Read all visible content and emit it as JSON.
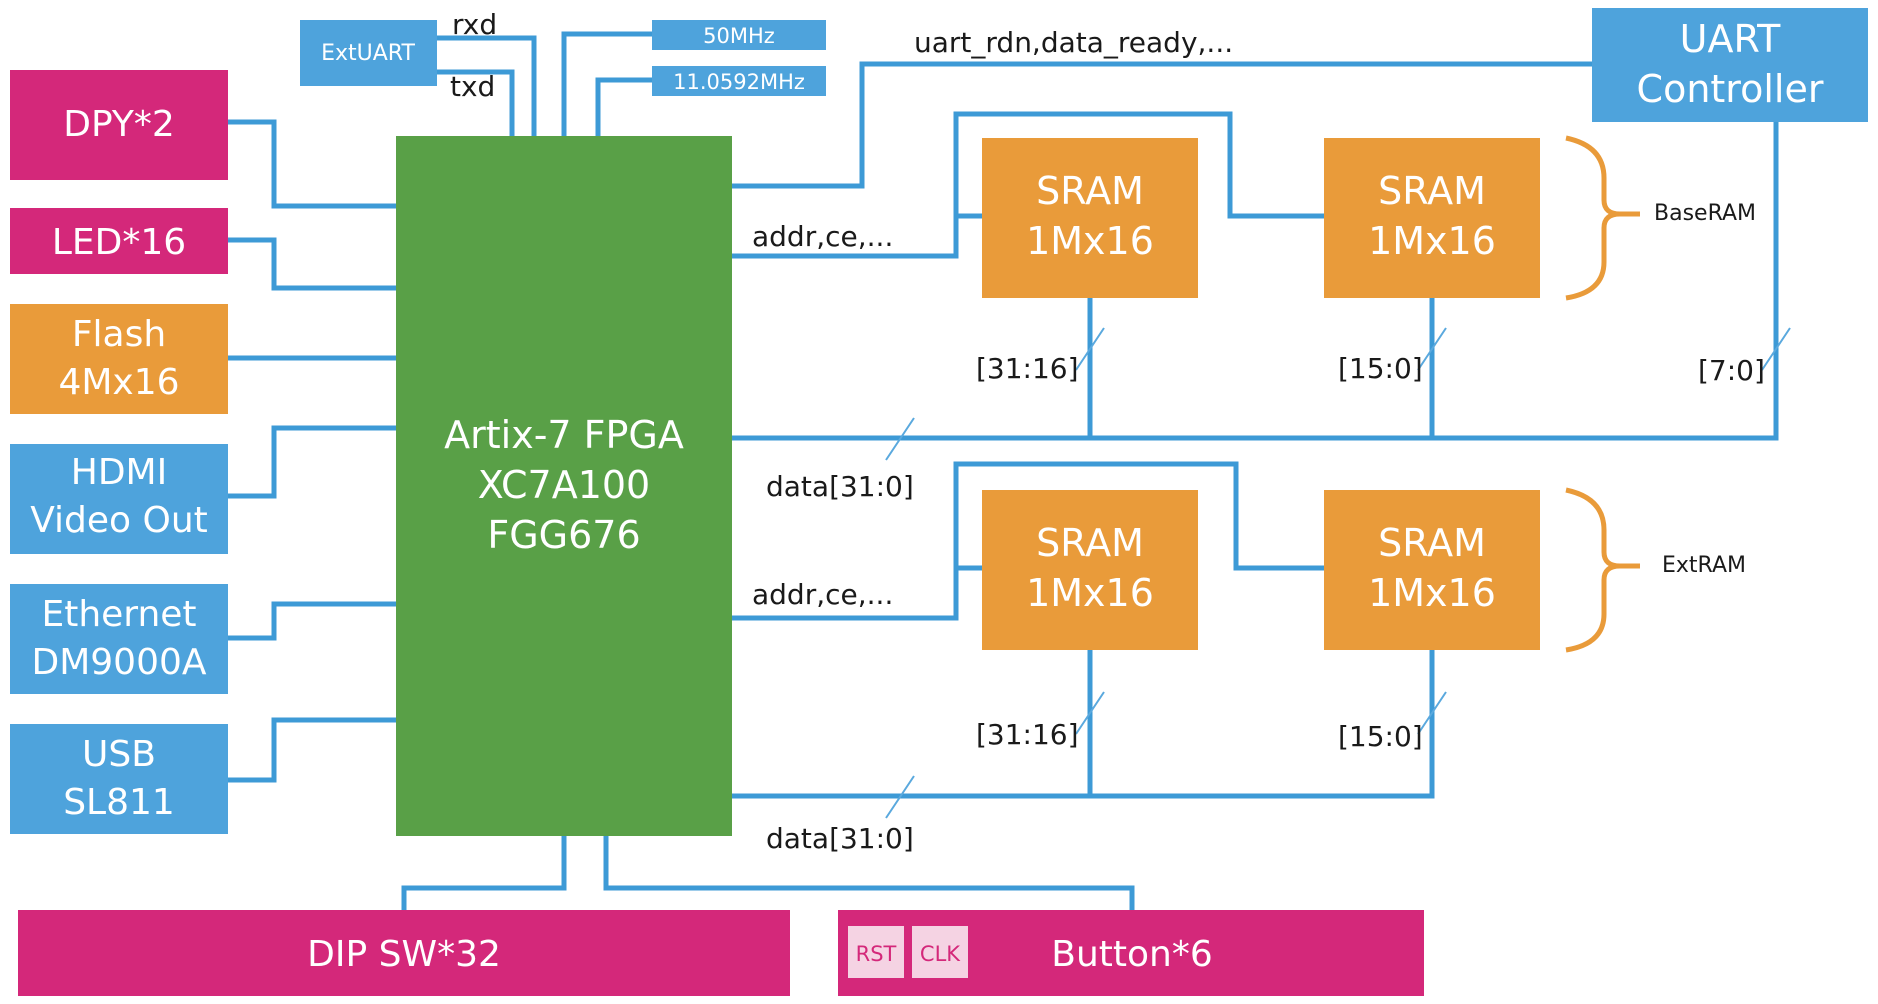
{
  "colors": {
    "magenta": "#d4287a",
    "orange": "#e99b3a",
    "blue": "#4ea3dc",
    "green": "#59a047",
    "wire": "#3d9ad6",
    "light_pink": "#f5d3e3"
  },
  "left_blocks": {
    "dpy": "DPY*2",
    "led": "LED*16",
    "flash": [
      "Flash",
      "4Mx16"
    ],
    "hdmi": [
      "HDMI",
      "Video Out"
    ],
    "ethernet": [
      "Ethernet",
      "DM9000A"
    ],
    "usb": [
      "USB",
      "SL811"
    ]
  },
  "fpga": [
    "Artix-7 FPGA",
    "XC7A100",
    "FGG676"
  ],
  "ext_uart": "ExtUART",
  "clocks": {
    "clk1": "50MHz",
    "clk2": "11.0592MHz"
  },
  "uart_controller": [
    "UART",
    "Controller"
  ],
  "sram_label": [
    "SRAM",
    "1Mx16"
  ],
  "bus_labels": {
    "rxd": "rxd",
    "txd": "txd",
    "uart_signals": "uart_rdn,data_ready,...",
    "addr_ce": "addr,ce,...",
    "data": "data[31:0]",
    "hi": "[31:16]",
    "lo": "[15:0]",
    "uart_bits": "[7:0]"
  },
  "ram_groups": {
    "base": "BaseRAM",
    "ext": "ExtRAM"
  },
  "bottom_blocks": {
    "dip": "DIP SW*32",
    "button": "Button*6",
    "rst": "RST",
    "clk": "CLK"
  }
}
